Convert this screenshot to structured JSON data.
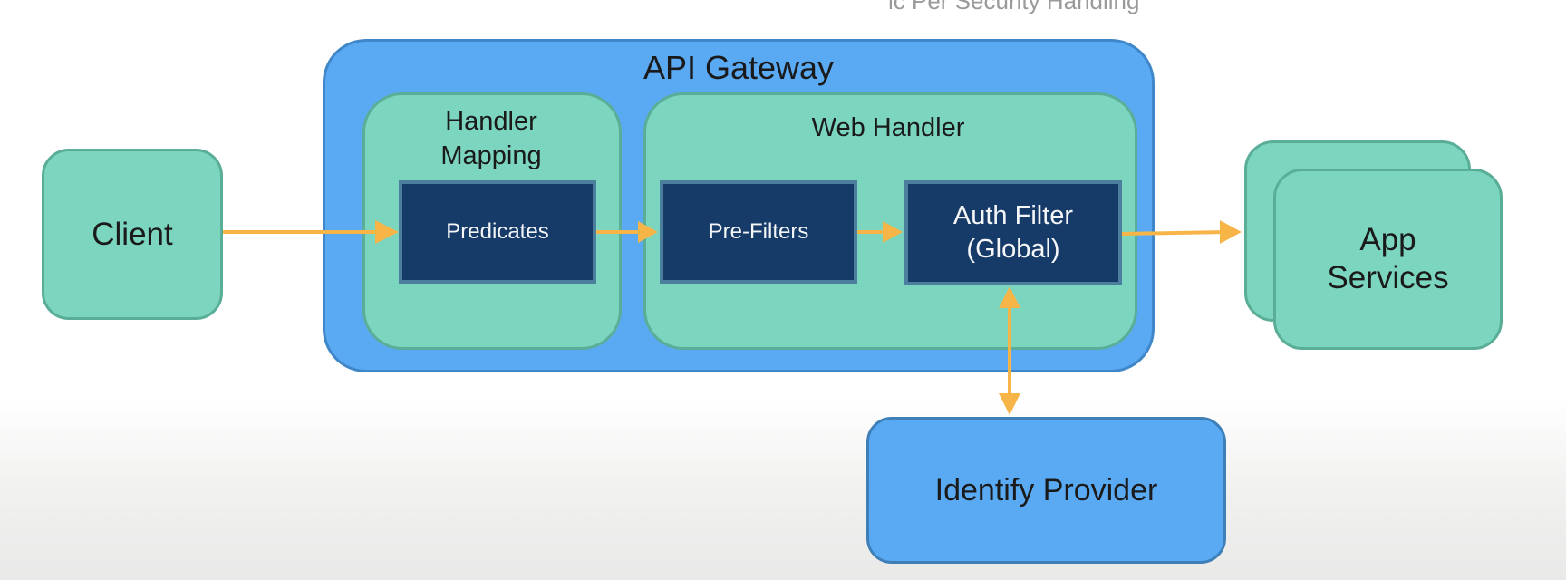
{
  "top_caption": "ic Per Security Handling",
  "gateway": {
    "title": "API Gateway"
  },
  "handler_mapping": {
    "title": "Handler Mapping",
    "predicates": "Predicates"
  },
  "web_handler": {
    "title": "Web Handler",
    "pre_filters": "Pre-Filters",
    "auth_filter_line1": "Auth Filter",
    "auth_filter_line2": "(Global)"
  },
  "client": "Client",
  "app_services_line1": "App",
  "app_services_line2": "Services",
  "identity_provider": "Identify Provider",
  "colors": {
    "teal": "#7bd5bf",
    "blue": "#5aa9f3",
    "dark_navy": "#173b68",
    "arrow": "#f7b547"
  }
}
